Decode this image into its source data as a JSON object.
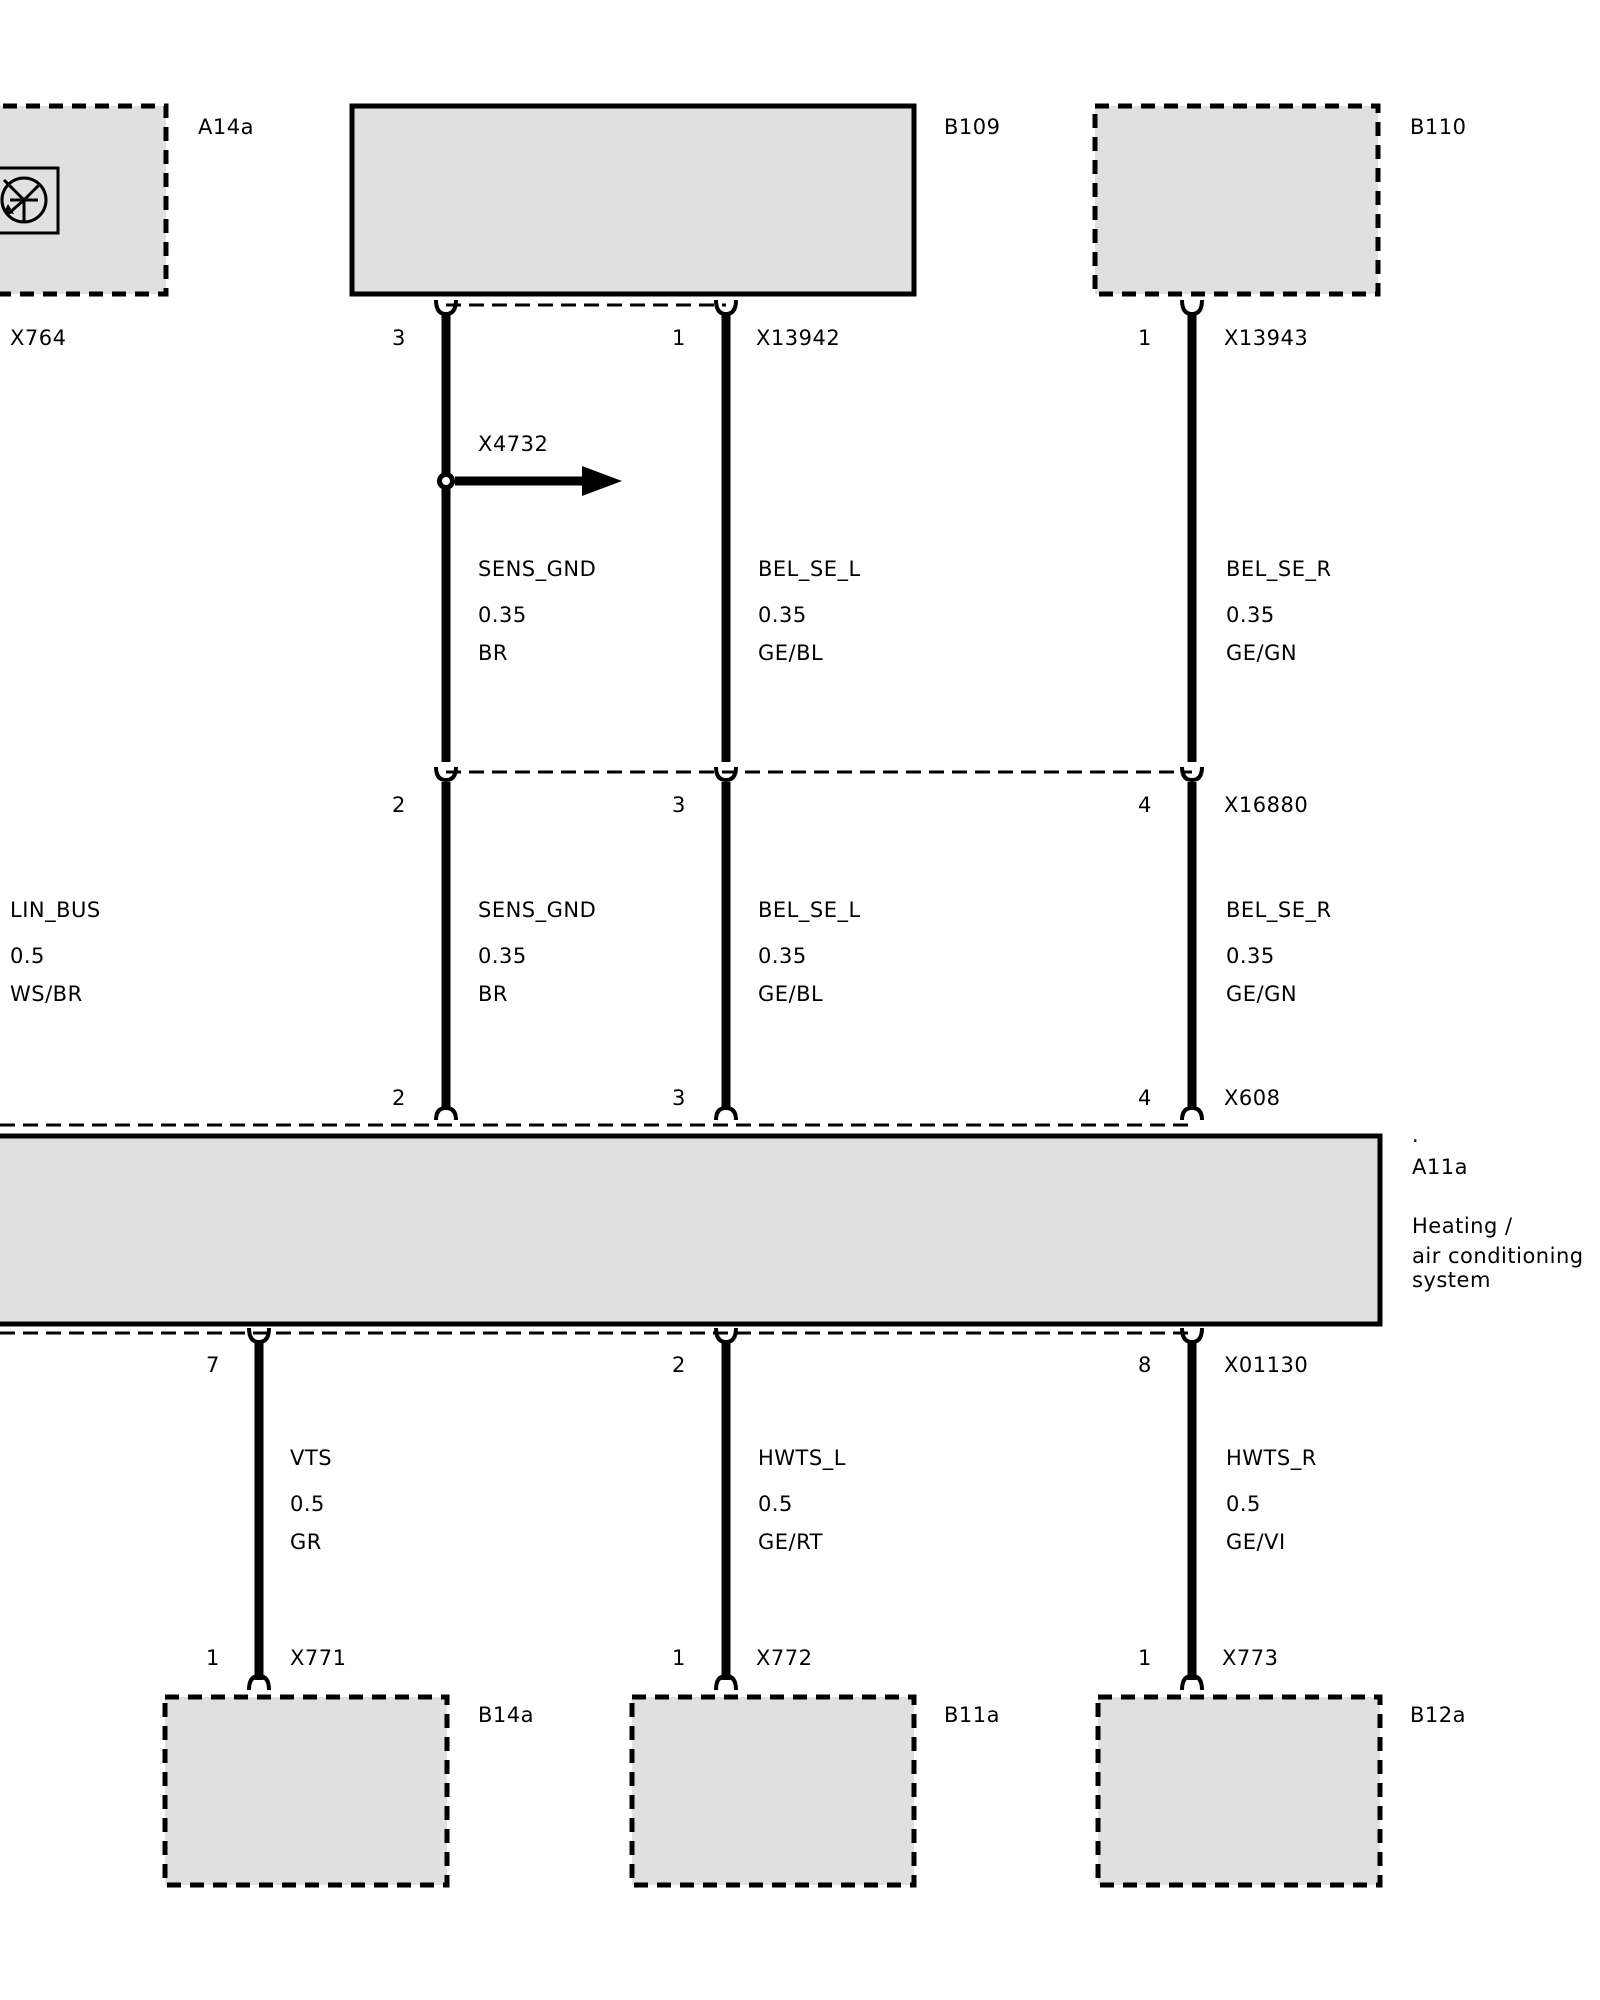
{
  "components": {
    "a14a": "A14a",
    "b109": "B109",
    "b110": "B110",
    "a11a": "A11a",
    "a11a_desc_1": "Heating /",
    "a11a_desc_2": "air conditioning",
    "a11a_desc_3": "system",
    "b14a": "B14a",
    "b11a": "B11a",
    "b12a": "B12a"
  },
  "connectors": {
    "x764": "X764",
    "x13942": "X13942",
    "x13943": "X13943",
    "x4732": "X4732",
    "x16880": "X16880",
    "x608": "X608",
    "x01130": "X01130",
    "x771": "X771",
    "x772": "X772",
    "x773": "X773"
  },
  "pins": {
    "b109_sens": "3",
    "b109_bel_l": "1",
    "b110_bel_r": "1",
    "x16880_sens": "2",
    "x16880_bel_l": "3",
    "x16880_bel_r": "4",
    "x608_sens": "2",
    "x608_bel_l": "3",
    "x608_bel_r": "4",
    "x01130_vts": "7",
    "x01130_hwts_l": "2",
    "x01130_hwts_r": "8",
    "x771": "1",
    "x772": "1",
    "x773": "1"
  },
  "wires_upper": {
    "sens": {
      "signal": "SENS_GND",
      "size": "0.35",
      "color": "BR"
    },
    "bel_l": {
      "signal": "BEL_SE_L",
      "size": "0.35",
      "color": "GE/BL"
    },
    "bel_r": {
      "signal": "BEL_SE_R",
      "size": "0.35",
      "color": "GE/GN"
    }
  },
  "wires_middle": {
    "lin": {
      "signal": "LIN_BUS",
      "size": "0.5",
      "color": "WS/BR"
    },
    "sens": {
      "signal": "SENS_GND",
      "size": "0.35",
      "color": "BR"
    },
    "bel_l": {
      "signal": "BEL_SE_L",
      "size": "0.35",
      "color": "GE/BL"
    },
    "bel_r": {
      "signal": "BEL_SE_R",
      "size": "0.35",
      "color": "GE/GN"
    }
  },
  "wires_lower": {
    "vts": {
      "signal": "VTS",
      "size": "0.5",
      "color": "GR"
    },
    "hwts_l": {
      "signal": "HWTS_L",
      "size": "0.5",
      "color": "GE/RT"
    },
    "hwts_r": {
      "signal": "HWTS_R",
      "size": "0.5",
      "color": "GE/VI"
    }
  },
  "a11a_dot": "."
}
